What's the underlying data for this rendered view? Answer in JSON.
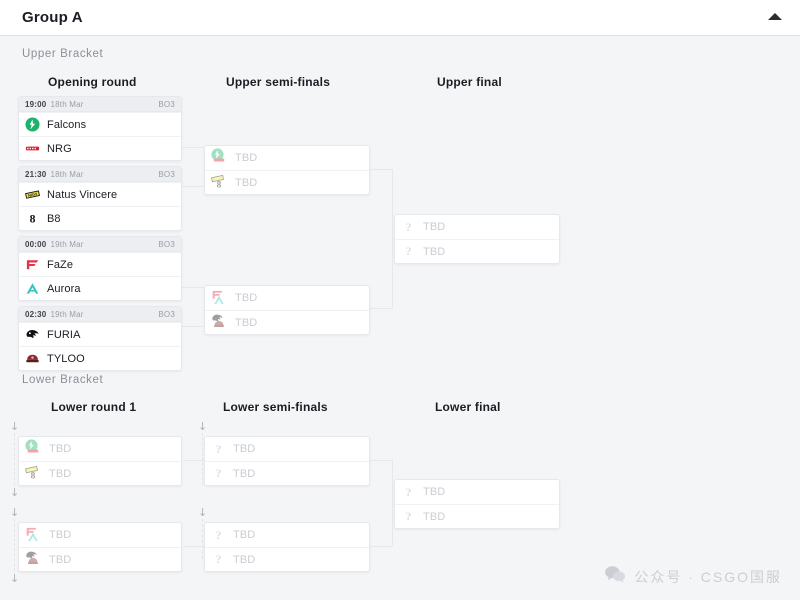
{
  "header": {
    "title": "Group A",
    "collapse_icon": "chevron-up-icon"
  },
  "upper_bracket": {
    "label": "Upper Bracket",
    "rounds": [
      {
        "label": "Opening round"
      },
      {
        "label": "Upper semi-finals"
      },
      {
        "label": "Upper final"
      }
    ]
  },
  "lower_bracket": {
    "label": "Lower Bracket",
    "rounds": [
      {
        "label": "Lower round 1"
      },
      {
        "label": "Lower semi-finals"
      },
      {
        "label": "Lower final"
      }
    ]
  },
  "tbd_label": "TBD",
  "matches": {
    "ur1_m1": {
      "time": "19:00",
      "date": "18th Mar",
      "format": "BO3",
      "team1": "Falcons",
      "team2": "NRG"
    },
    "ur1_m2": {
      "time": "21:30",
      "date": "18th Mar",
      "format": "BO3",
      "team1": "Natus Vincere",
      "team2": "B8"
    },
    "ur1_m3": {
      "time": "00:00",
      "date": "19th Mar",
      "format": "BO3",
      "team1": "FaZe",
      "team2": "Aurora"
    },
    "ur1_m4": {
      "time": "02:30",
      "date": "19th Mar",
      "format": "BO3",
      "team1": "FURIA",
      "team2": "TYLOO"
    },
    "usf_m1": {
      "team1": "TBD",
      "team2": "TBD"
    },
    "usf_m2": {
      "team1": "TBD",
      "team2": "TBD"
    },
    "uf_m1": {
      "team1": "TBD",
      "team2": "TBD"
    },
    "lr1_m1": {
      "team1": "TBD",
      "team2": "TBD"
    },
    "lr1_m2": {
      "team1": "TBD",
      "team2": "TBD"
    },
    "lsf_m1": {
      "team1": "TBD",
      "team2": "TBD"
    },
    "lsf_m2": {
      "team1": "TBD",
      "team2": "TBD"
    },
    "lf_m1": {
      "team1": "TBD",
      "team2": "TBD"
    }
  },
  "watermark": {
    "icon": "wechat-icon",
    "text": "公众号 · CSGO国服"
  },
  "colors": {
    "page_background": "#f4f5f7",
    "header_background": "#ffffff",
    "card_background": "#ffffff",
    "card_border": "#e6e8eb",
    "meta_background": "#eceef1",
    "text_primary": "#1b1d23",
    "text_muted": "#9a9ea6",
    "tbd_text": "#c9ccd1",
    "falcons_green": "#19b36b",
    "nrg_red": "#d6202f",
    "navi_yellow": "#f2e43c",
    "faze_red": "#e4344a",
    "aurora_teal": "#2fc6c0",
    "furia_black": "#111111",
    "tyloo_maroon": "#8c2b2b"
  }
}
